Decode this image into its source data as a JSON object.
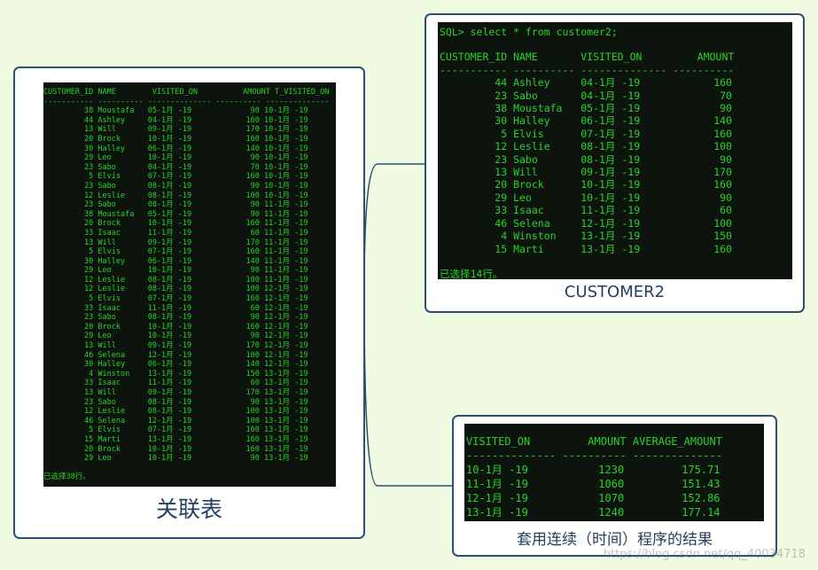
{
  "joined": {
    "caption": "关联表",
    "header": "CUSTOMER_ID NAME        VISITED_ON          AMOUNT T_VISITED_ON",
    "divider": "----------- ---------- -------------- ---------- --------------",
    "rows": [
      "         38 Moustafa   05-1月 -19             90 10-1月 -19",
      "         44 Ashley     04-1月 -19            160 10-1月 -19",
      "         13 Will       09-1月 -19            170 10-1月 -19",
      "         20 Brock      10-1月 -19            160 10-1月 -19",
      "         30 Halley     06-1月 -19            140 10-1月 -19",
      "         29 Leo        10-1月 -19             90 10-1月 -19",
      "         23 Sabo       04-1月 -19             70 10-1月 -19",
      "          5 Elvis      07-1月 -19            160 10-1月 -19",
      "         23 Sabo       08-1月 -19             90 10-1月 -19",
      "         12 Leslie     08-1月 -19            100 10-1月 -19",
      "         23 Sabo       08-1月 -19             90 11-1月 -19",
      "         38 Moustafa   05-1月 -19             90 11-1月 -19",
      "         20 Brock      10-1月 -19            160 11-1月 -19",
      "         33 Isaac      11-1月 -19             60 11-1月 -19",
      "         13 Will       09-1月 -19            170 11-1月 -19",
      "          5 Elvis      07-1月 -19            160 11-1月 -19",
      "         30 Halley     06-1月 -19            140 11-1月 -19",
      "         29 Leo        10-1月 -19             90 11-1月 -19",
      "         12 Leslie     08-1月 -19            100 11-1月 -19",
      "         12 Leslie     08-1月 -19            100 12-1月 -19",
      "          5 Elvis      07-1月 -19            160 12-1月 -19",
      "         33 Isaac      11-1月 -19             60 12-1月 -19",
      "         23 Sabo       08-1月 -19             90 12-1月 -19",
      "         20 Brock      10-1月 -19            160 12-1月 -19",
      "         29 Leo        10-1月 -19             90 12-1月 -19",
      "         13 Will       09-1月 -19            170 12-1月 -19",
      "         46 Selena     12-1月 -19            100 12-1月 -19",
      "         30 Halley     06-1月 -19            140 12-1月 -19",
      "          4 Winston    13-1月 -19            150 13-1月 -19",
      "         33 Isaac      11-1月 -19             60 13-1月 -19",
      "         13 Will       09-1月 -19            170 13-1月 -19",
      "         23 Sabo       08-1月 -19             90 13-1月 -19",
      "         12 Leslie     08-1月 -19            100 13-1月 -19",
      "         46 Selena     12-1月 -19            100 13-1月 -19",
      "          5 Elvis      07-1月 -19            160 13-1月 -19",
      "         15 Marti      13-1月 -19            160 13-1月 -19",
      "         20 Brock      10-1月 -19            160 13-1月 -19",
      "         29 Leo        10-1月 -19             90 13-1月 -19"
    ],
    "footer": "已选择38行。"
  },
  "customer2": {
    "caption": "CUSTOMER2",
    "command": "SQL> select * from customer2;",
    "header": "CUSTOMER_ID NAME       VISITED_ON         AMOUNT",
    "divider": "----------- ---------- -------------- ----------",
    "rows": [
      "         44 Ashley     04-1月 -19            160",
      "         23 Sabo       04-1月 -19             70",
      "         38 Moustafa   05-1月 -19             90",
      "         30 Halley     06-1月 -19            140",
      "          5 Elvis      07-1月 -19            160",
      "         12 Leslie     08-1月 -19            100",
      "         23 Sabo       08-1月 -19             90",
      "         13 Will       09-1月 -19            170",
      "         20 Brock      10-1月 -19            160",
      "         29 Leo        10-1月 -19             90",
      "         33 Isaac      11-1月 -19             60",
      "         46 Selena     12-1月 -19            100",
      "          4 Winston    13-1月 -19            150",
      "         15 Marti      13-1月 -19            160"
    ],
    "footer": "已选择14行。"
  },
  "result": {
    "caption": "套用连续（时间）程序的结果",
    "header": "VISITED_ON         AMOUNT AVERAGE_AMOUNT",
    "divider": "-------------- ---------- --------------",
    "rows": [
      "10-1月 -19           1230         175.71",
      "11-1月 -19           1060         151.43",
      "12-1月 -19           1070         152.86",
      "13-1月 -19           1240         177.14"
    ]
  },
  "watermark": "https://blog.csdn.net/qq_40034718"
}
